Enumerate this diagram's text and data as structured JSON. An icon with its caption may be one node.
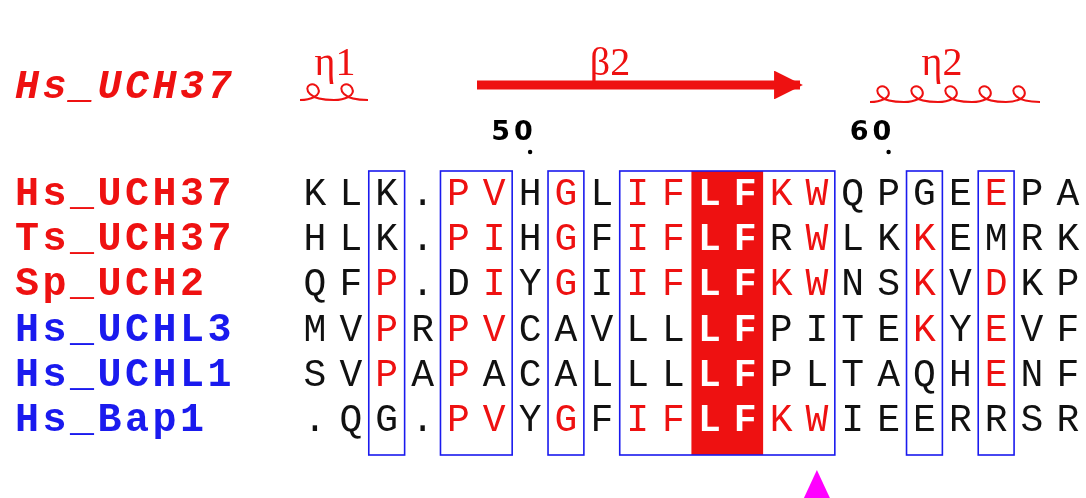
{
  "diagram": {
    "labels": [
      "Hs_UCH37",
      "η1",
      "β2",
      "η2",
      "50",
      "60",
      "Hs_UCH37",
      "K",
      "L",
      "K",
      ".",
      "P",
      "V",
      "H",
      "G",
      "L",
      "I",
      "F",
      "L",
      "F",
      "K",
      "W",
      "Q",
      "P",
      "G",
      "E",
      "E",
      "P",
      "A",
      "Ts_UCH37",
      "H",
      "L",
      "K",
      ".",
      "P",
      "I",
      "H",
      "G",
      "F",
      "I",
      "F",
      "L",
      "F",
      "R",
      "W",
      "L",
      "K",
      "K",
      "E",
      "M",
      "R",
      "K",
      "Sp_UCH2",
      "Q",
      "F",
      "P",
      ".",
      "D",
      "I",
      "Y",
      "G",
      "I",
      "I",
      "F",
      "L",
      "F",
      "K",
      "W",
      "N",
      "S",
      "K",
      "V",
      "D",
      "K",
      "P",
      "Hs_UCHL3",
      "M",
      "V",
      "P",
      "R",
      "P",
      "V",
      "C",
      "A",
      "V",
      "L",
      "L",
      "L",
      "F",
      "P",
      "I",
      "T",
      "E",
      "K",
      "Y",
      "E",
      "V",
      "F",
      "Hs_UCHL1",
      "S",
      "V",
      "P",
      "A",
      "P",
      "A",
      "C",
      "A",
      "L",
      "L",
      "L",
      "L",
      "F",
      "P",
      "L",
      "T",
      "A",
      "Q",
      "H",
      "E",
      "N",
      "F",
      "Hs_Bap1",
      ".",
      "Q",
      "G",
      ".",
      "P",
      "V",
      "Y",
      "G",
      "F",
      "I",
      "F",
      "L",
      "F",
      "K",
      "W",
      "I",
      "E",
      "E",
      "R",
      "R",
      "S",
      "R"
    ]
  }
}
